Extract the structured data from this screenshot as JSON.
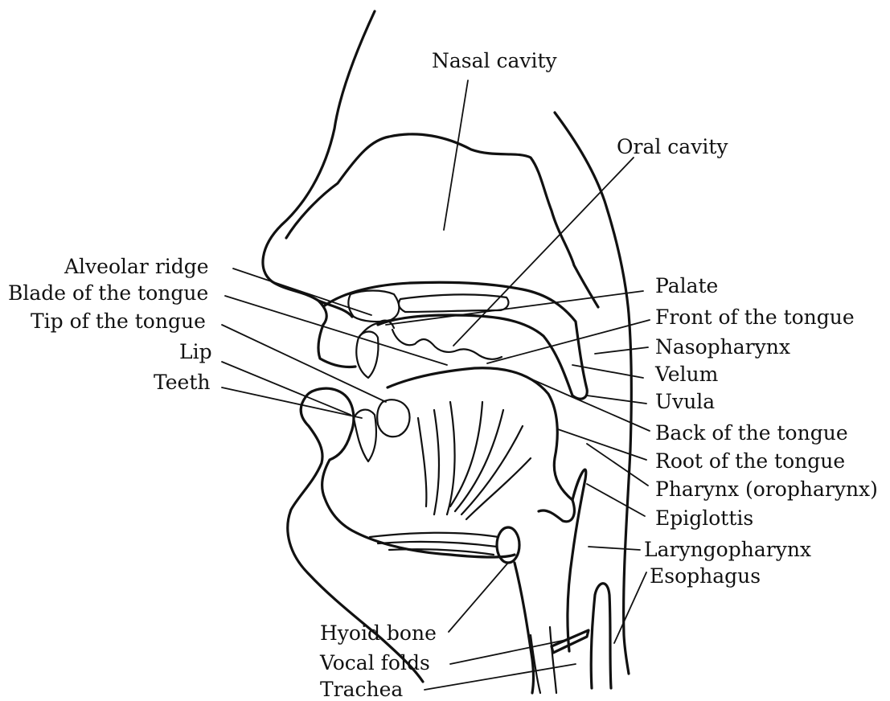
{
  "labels": {
    "nasal_cavity": "Nasal cavity",
    "oral_cavity": "Oral cavity",
    "alveolar_ridge": "Alveolar ridge",
    "blade_of_tongue": "Blade of the tongue",
    "tip_of_tongue": "Tip of the tongue",
    "lip": "Lip",
    "teeth": "Teeth",
    "palate": "Palate",
    "front_of_tongue": "Front of the tongue",
    "nasopharynx": "Nasopharynx",
    "velum": "Velum",
    "uvula": "Uvula",
    "back_of_tongue": "Back of the tongue",
    "root_of_tongue": "Root of the tongue",
    "pharynx": "Pharynx (oropharynx)",
    "epiglottis": "Epiglottis",
    "laryngopharynx": "Laryngopharynx",
    "esophagus": "Esophagus",
    "hyoid_bone": "Hyoid bone",
    "vocal_folds": "Vocal folds",
    "trachea": "Trachea"
  },
  "colors": {
    "ink": "#111111",
    "background": "#ffffff"
  }
}
